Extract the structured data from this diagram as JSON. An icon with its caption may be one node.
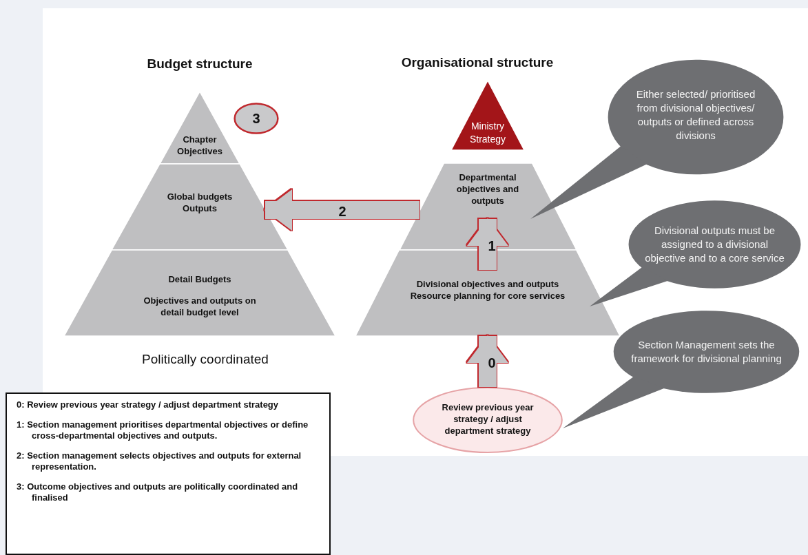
{
  "diagram": {
    "nodes": [
      {
        "text": [
          "Chapter Objectives"
        ]
      },
      {
        "text": [
          "Global budgets Outputs"
        ]
      },
      {
        "text": [
          "Detail Budgets",
          "Objectives and outputs on detail budget level"
        ]
      },
      {
        "text": [
          "3"
        ]
      },
      {
        "text": [
          "Ministry Strategy"
        ]
      },
      {
        "text": [
          "Departmental objectives and outputs"
        ]
      },
      {
        "text": [
          "Divisional objectives and outputs Resource planning for core services"
        ]
      },
      {
        "text": [
          "Review previous year strategy / adjust department strategy"
        ]
      },
      {
        "text": [
          "Either selected/ prioritised from divisional objectives/ outputs or defined across divisions"
        ]
      },
      {
        "text": [
          "Divisional outputs must be assigned to a divisional objective and to a core service"
        ]
      },
      {
        "text": [
          "Section Management sets the framework for divisional planning"
        ]
      },
      {
        "text": [
          "0: Review previous year strategy / adjust department strategy",
          "1: Section management prioritises departmental objectives or define cross-departmental objectives and outputs.",
          "2: Section management selects objectives and outputs for external representation.",
          "3: Outcome objectives and outputs are politically coordinated and finalised"
        ]
      }
    ],
    "edges": [
      {
        "from": 5,
        "to": 1,
        "arrow": "to",
        "label": "2"
      },
      {
        "from": 6,
        "to": 5,
        "arrow": "to",
        "label": "1"
      },
      {
        "from": 7,
        "to": 6,
        "arrow": "to",
        "label": "0"
      },
      {
        "from": 8,
        "to": 5,
        "arrow": "none"
      },
      {
        "from": 9,
        "to": 6,
        "arrow": "none"
      },
      {
        "from": 10,
        "to": 7,
        "arrow": "none"
      }
    ],
    "labels": [
      "Budget structure",
      "Organisational structure",
      "Politically coordinated"
    ]
  }
}
